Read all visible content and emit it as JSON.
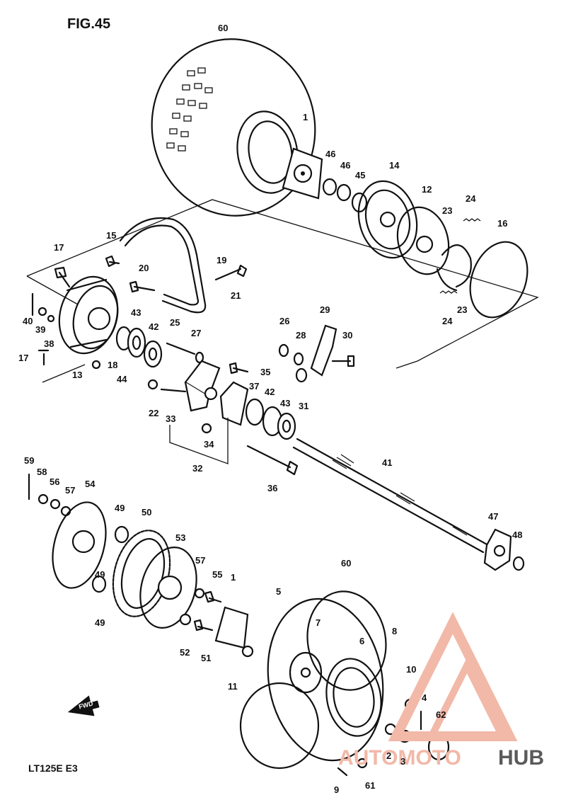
{
  "figure": {
    "title": "FIG.45",
    "model": "LT125E E3",
    "fwd_label": "FWD"
  },
  "watermark": {
    "part1": "AUTOMOTO",
    "part2": "HUB"
  },
  "labels": [
    {
      "id": "60",
      "text": "60"
    },
    {
      "id": "1",
      "text": "1"
    },
    {
      "id": "46a",
      "text": "46"
    },
    {
      "id": "46b",
      "text": "46"
    },
    {
      "id": "45",
      "text": "45"
    },
    {
      "id": "14",
      "text": "14"
    },
    {
      "id": "12",
      "text": "12"
    },
    {
      "id": "24a",
      "text": "24"
    },
    {
      "id": "23a",
      "text": "23"
    },
    {
      "id": "16",
      "text": "16"
    },
    {
      "id": "23b",
      "text": "23"
    },
    {
      "id": "24b",
      "text": "24"
    },
    {
      "id": "15",
      "text": "15"
    },
    {
      "id": "17a",
      "text": "17"
    },
    {
      "id": "19",
      "text": "19"
    },
    {
      "id": "20",
      "text": "20"
    },
    {
      "id": "21",
      "text": "21"
    },
    {
      "id": "40",
      "text": "40"
    },
    {
      "id": "39",
      "text": "39"
    },
    {
      "id": "38",
      "text": "38"
    },
    {
      "id": "17b",
      "text": "17"
    },
    {
      "id": "13",
      "text": "13"
    },
    {
      "id": "18",
      "text": "18"
    },
    {
      "id": "44",
      "text": "44"
    },
    {
      "id": "43a",
      "text": "43"
    },
    {
      "id": "42a",
      "text": "42"
    },
    {
      "id": "25",
      "text": "25"
    },
    {
      "id": "27",
      "text": "27"
    },
    {
      "id": "26",
      "text": "26"
    },
    {
      "id": "29",
      "text": "29"
    },
    {
      "id": "28",
      "text": "28"
    },
    {
      "id": "30",
      "text": "30"
    },
    {
      "id": "35",
      "text": "35"
    },
    {
      "id": "37",
      "text": "37"
    },
    {
      "id": "42b",
      "text": "42"
    },
    {
      "id": "43b",
      "text": "43"
    },
    {
      "id": "31",
      "text": "31"
    },
    {
      "id": "22",
      "text": "22"
    },
    {
      "id": "33",
      "text": "33"
    },
    {
      "id": "34",
      "text": "34"
    },
    {
      "id": "32",
      "text": "32"
    },
    {
      "id": "36",
      "text": "36"
    },
    {
      "id": "41",
      "text": "41"
    },
    {
      "id": "47",
      "text": "47"
    },
    {
      "id": "48",
      "text": "48"
    },
    {
      "id": "59",
      "text": "59"
    },
    {
      "id": "58",
      "text": "58"
    },
    {
      "id": "56",
      "text": "56"
    },
    {
      "id": "57a",
      "text": "57"
    },
    {
      "id": "54",
      "text": "54"
    },
    {
      "id": "49a",
      "text": "49"
    },
    {
      "id": "50",
      "text": "50"
    },
    {
      "id": "53",
      "text": "53"
    },
    {
      "id": "57b",
      "text": "57"
    },
    {
      "id": "55",
      "text": "55"
    },
    {
      "id": "49b",
      "text": "49"
    },
    {
      "id": "49c",
      "text": "49"
    },
    {
      "id": "1b",
      "text": "1"
    },
    {
      "id": "60b",
      "text": "60"
    },
    {
      "id": "5",
      "text": "5"
    },
    {
      "id": "52",
      "text": "52"
    },
    {
      "id": "51",
      "text": "51"
    },
    {
      "id": "11",
      "text": "11"
    },
    {
      "id": "7",
      "text": "7"
    },
    {
      "id": "6",
      "text": "6"
    },
    {
      "id": "8",
      "text": "8"
    },
    {
      "id": "10",
      "text": "10"
    },
    {
      "id": "4",
      "text": "4"
    },
    {
      "id": "62",
      "text": "62"
    },
    {
      "id": "2",
      "text": "2"
    },
    {
      "id": "3",
      "text": "3"
    },
    {
      "id": "9",
      "text": "9"
    },
    {
      "id": "61",
      "text": "61"
    }
  ]
}
